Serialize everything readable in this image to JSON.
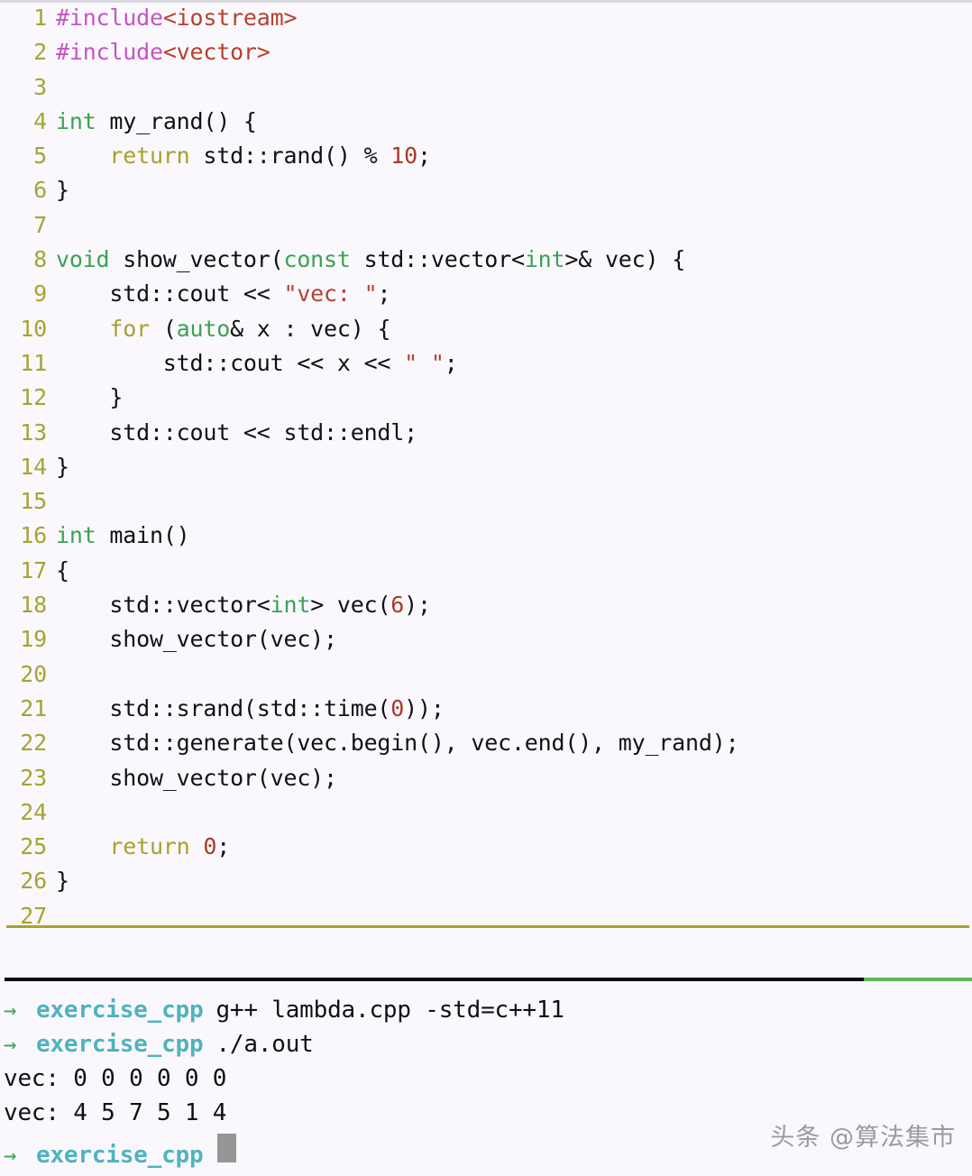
{
  "theme": {
    "background": "#faf8fc",
    "gutter_color": "#a6a432",
    "text_color": "#111114",
    "preprocessor_color": "#c455c4",
    "string_color": "#b5422f",
    "keyword_color": "#3aa353",
    "keyword_alt_color": "#a8a12e",
    "number_color": "#a83b28",
    "editor_rule_color": "#a8a12e",
    "terminal_rule_black": "#0b0b12",
    "terminal_rule_green": "#5cb85c",
    "prompt_arrow_color": "#3aa353",
    "prompt_context_color": "#4fb3bf",
    "cursor_color": "#969696",
    "watermark_color": "#9a9a9f"
  },
  "editor": {
    "lines": [
      {
        "no": "1",
        "tokens": [
          {
            "t": "#include",
            "c": "t-pre"
          },
          {
            "t": "<iostream>",
            "c": "t-string"
          }
        ]
      },
      {
        "no": "2",
        "tokens": [
          {
            "t": "#include",
            "c": "t-pre"
          },
          {
            "t": "<vector>",
            "c": "t-string"
          }
        ]
      },
      {
        "no": "3",
        "tokens": []
      },
      {
        "no": "4",
        "tokens": [
          {
            "t": "int",
            "c": "t-kw"
          },
          {
            "t": " my_rand() {",
            "c": "t-plain"
          }
        ]
      },
      {
        "no": "5",
        "tokens": [
          {
            "t": "    ",
            "c": "t-plain"
          },
          {
            "t": "return",
            "c": "t-kw2"
          },
          {
            "t": " std::rand() % ",
            "c": "t-plain"
          },
          {
            "t": "10",
            "c": "t-num"
          },
          {
            "t": ";",
            "c": "t-plain"
          }
        ]
      },
      {
        "no": "6",
        "tokens": [
          {
            "t": "}",
            "c": "t-plain"
          }
        ]
      },
      {
        "no": "7",
        "tokens": []
      },
      {
        "no": "8",
        "tokens": [
          {
            "t": "void",
            "c": "t-kw"
          },
          {
            "t": " show_vector(",
            "c": "t-plain"
          },
          {
            "t": "const",
            "c": "t-kw"
          },
          {
            "t": " std::vector<",
            "c": "t-plain"
          },
          {
            "t": "int",
            "c": "t-kw"
          },
          {
            "t": ">& vec) {",
            "c": "t-plain"
          }
        ]
      },
      {
        "no": "9",
        "tokens": [
          {
            "t": "    std::cout << ",
            "c": "t-plain"
          },
          {
            "t": "\"vec: \"",
            "c": "t-string"
          },
          {
            "t": ";",
            "c": "t-plain"
          }
        ]
      },
      {
        "no": "10",
        "tokens": [
          {
            "t": "    ",
            "c": "t-plain"
          },
          {
            "t": "for",
            "c": "t-kw2"
          },
          {
            "t": " (",
            "c": "t-plain"
          },
          {
            "t": "auto",
            "c": "t-kw"
          },
          {
            "t": "& x : vec) {",
            "c": "t-plain"
          }
        ]
      },
      {
        "no": "11",
        "tokens": [
          {
            "t": "        std::cout << x << ",
            "c": "t-plain"
          },
          {
            "t": "\" \"",
            "c": "t-string"
          },
          {
            "t": ";",
            "c": "t-plain"
          }
        ]
      },
      {
        "no": "12",
        "tokens": [
          {
            "t": "    }",
            "c": "t-plain"
          }
        ]
      },
      {
        "no": "13",
        "tokens": [
          {
            "t": "    std::cout << std::endl;",
            "c": "t-plain"
          }
        ]
      },
      {
        "no": "14",
        "tokens": [
          {
            "t": "}",
            "c": "t-plain"
          }
        ]
      },
      {
        "no": "15",
        "tokens": []
      },
      {
        "no": "16",
        "tokens": [
          {
            "t": "int",
            "c": "t-kw"
          },
          {
            "t": " main()",
            "c": "t-plain"
          }
        ]
      },
      {
        "no": "17",
        "tokens": [
          {
            "t": "{",
            "c": "t-plain"
          }
        ]
      },
      {
        "no": "18",
        "tokens": [
          {
            "t": "    std::vector<",
            "c": "t-plain"
          },
          {
            "t": "int",
            "c": "t-kw"
          },
          {
            "t": "> vec(",
            "c": "t-plain"
          },
          {
            "t": "6",
            "c": "t-num"
          },
          {
            "t": ");",
            "c": "t-plain"
          }
        ]
      },
      {
        "no": "19",
        "tokens": [
          {
            "t": "    show_vector(vec);",
            "c": "t-plain"
          }
        ]
      },
      {
        "no": "20",
        "tokens": []
      },
      {
        "no": "21",
        "tokens": [
          {
            "t": "    std::srand(std::time(",
            "c": "t-plain"
          },
          {
            "t": "0",
            "c": "t-num"
          },
          {
            "t": "));",
            "c": "t-plain"
          }
        ]
      },
      {
        "no": "22",
        "tokens": [
          {
            "t": "    std::generate(vec.begin(), vec.end(), my_rand);",
            "c": "t-plain"
          }
        ]
      },
      {
        "no": "23",
        "tokens": [
          {
            "t": "    show_vector(vec);",
            "c": "t-plain"
          }
        ]
      },
      {
        "no": "24",
        "tokens": []
      },
      {
        "no": "25",
        "tokens": [
          {
            "t": "    ",
            "c": "t-plain"
          },
          {
            "t": "return",
            "c": "t-kw2"
          },
          {
            "t": " ",
            "c": "t-plain"
          },
          {
            "t": "0",
            "c": "t-num"
          },
          {
            "t": ";",
            "c": "t-plain"
          }
        ]
      },
      {
        "no": "26",
        "tokens": [
          {
            "t": "}",
            "c": "t-plain"
          }
        ]
      },
      {
        "no": "27",
        "tokens": []
      }
    ]
  },
  "terminal": {
    "lines": [
      {
        "kind": "prompt",
        "arrow": "→",
        "context": "exercise_cpp",
        "command": "g++ lambda.cpp -std=c++11"
      },
      {
        "kind": "prompt",
        "arrow": "→",
        "context": "exercise_cpp",
        "command": "./a.out"
      },
      {
        "kind": "output",
        "text": "vec: 0 0 0 0 0 0"
      },
      {
        "kind": "output",
        "text": "vec: 4 5 7 5 1 4"
      },
      {
        "kind": "prompt",
        "arrow": "→",
        "context": "exercise_cpp",
        "command": "",
        "cursor": true
      }
    ]
  },
  "watermark": {
    "text": "头条 @算法集市"
  }
}
